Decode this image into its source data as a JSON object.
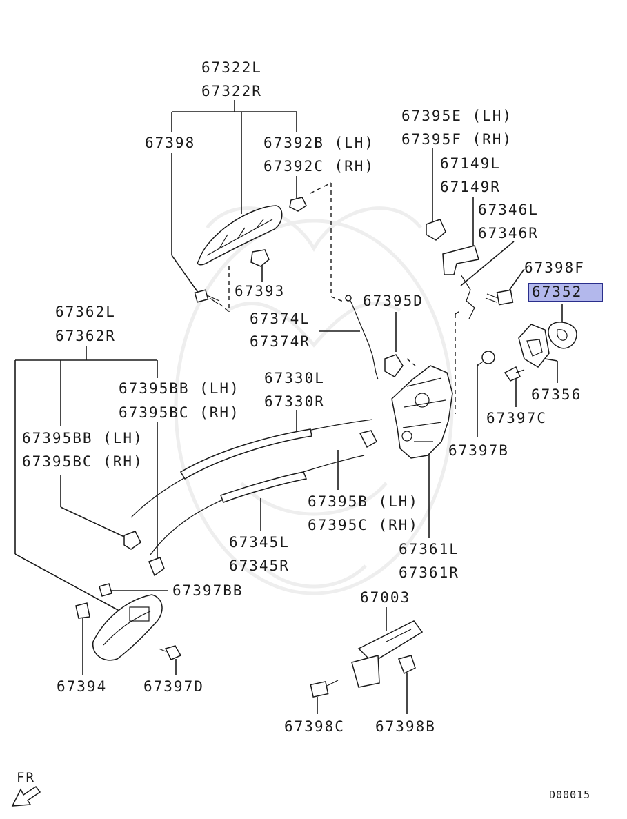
{
  "labels": {
    "l67322L": "67322L",
    "l67322R": "67322R",
    "l67398": "67398",
    "l67392B": "67392B (LH)",
    "l67392C": "67392C (RH)",
    "l67393": "67393",
    "l67374L": "67374L",
    "l67374R": "67374R",
    "l67395E": "67395E (LH)",
    "l67395F": "67395F (RH)",
    "l67149L": "67149L",
    "l67149R": "67149R",
    "l67346L": "67346L",
    "l67346R": "67346R",
    "l67398F": "67398F",
    "l67352": "67352",
    "l67395D": "67395D",
    "l67362L": "67362L",
    "l67362R": "67362R",
    "l67395BB_top": "67395BB (LH)",
    "l67395BC_top": "67395BC (RH)",
    "l67330L": "67330L",
    "l67330R": "67330R",
    "l67395BB_left": "67395BB (LH)",
    "l67395BC_left": "67395BC (RH)",
    "l67356": "67356",
    "l67397C": "67397C",
    "l67397B": "67397B",
    "l67395B": "67395B (LH)",
    "l67395C": "67395C (RH)",
    "l67345L": "67345L",
    "l67345R": "67345R",
    "l67361L": "67361L",
    "l67361R": "67361R",
    "l67397BB": "67397BB",
    "l67003": "67003",
    "l67394": "67394",
    "l67397D": "67397D",
    "l67398C": "67398C",
    "l67398B": "67398B"
  },
  "footer": {
    "direction": "FR",
    "diagram_code": "D00015"
  },
  "highlight_color": "#b3b8ec",
  "highlighted_part": "67352"
}
